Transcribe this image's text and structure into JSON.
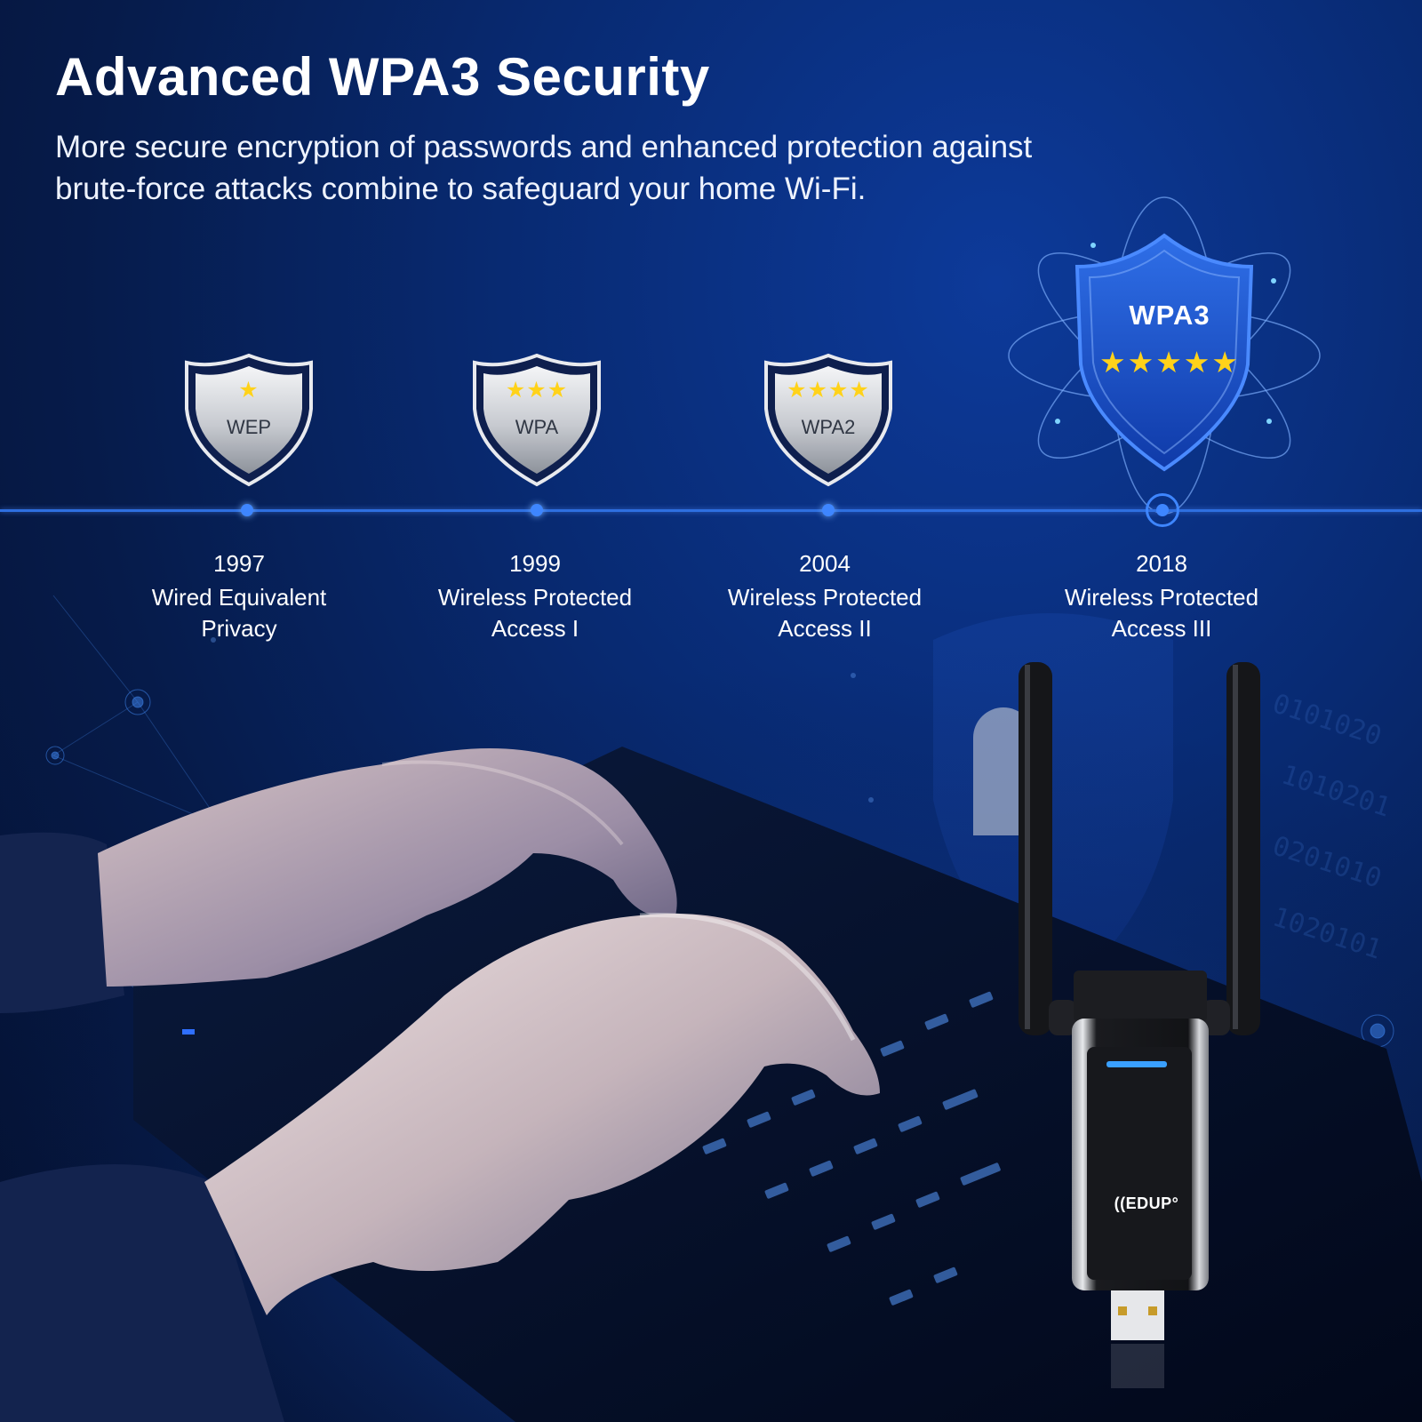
{
  "headline": "Advanced WPA3 Security",
  "subline": "More secure encryption of passwords and enhanced protection against brute-force attacks combine to safeguard your home Wi-Fi.",
  "timeline": [
    {
      "badge": "WEP",
      "stars": "★",
      "year": "1997",
      "name": "Wired Equivalent Privacy"
    },
    {
      "badge": "WPA",
      "stars": "★★★",
      "year": "1999",
      "name": "Wireless Protected Access I"
    },
    {
      "badge": "WPA2",
      "stars": "★★★★",
      "year": "2004",
      "name": "Wireless Protected Access II"
    },
    {
      "badge": "WPA3",
      "stars": "★★★★★",
      "year": "2018",
      "name": "Wireless Protected Access III"
    }
  ],
  "product": {
    "brand": "((EDUP°"
  },
  "colors": {
    "background": "#061b4a",
    "accent": "#2e6fe0",
    "star": "#ffd21a",
    "shield_silver": "#c9ccd2",
    "shield_blue": "#1a4fc4"
  }
}
